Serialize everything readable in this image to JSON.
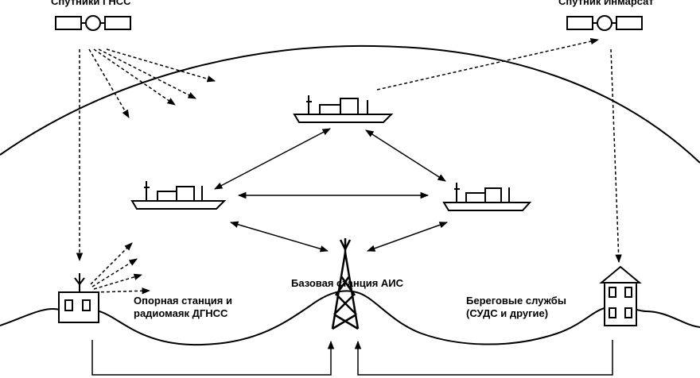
{
  "labels": {
    "gnss_satellites": "Спутники ГНСС",
    "inmarsat_satellite": "Спутник Инмарсат",
    "ref_station_line1": "Опорная станция и",
    "ref_station_line2": "радиомаяк ДГНСС",
    "ais_base_station": "Базовая  станция  АИС",
    "coast_services_line1": "Береговые службы",
    "coast_services_line2": "(СУДС и другие)"
  },
  "colors": {
    "ink": "#000000",
    "background": "#ffffff"
  }
}
